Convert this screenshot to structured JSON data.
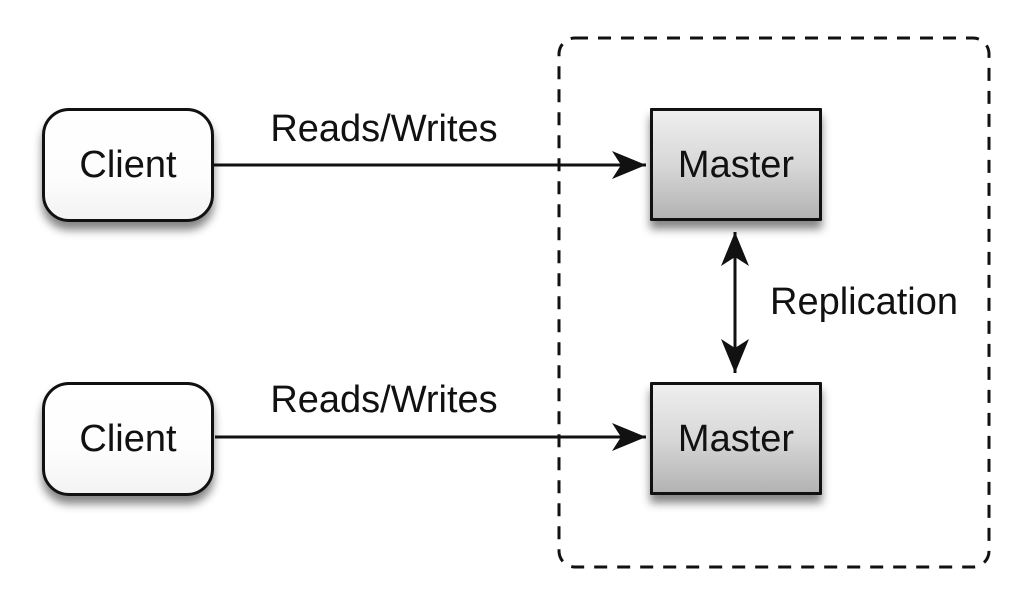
{
  "diagram": {
    "clients": [
      {
        "label": "Client"
      },
      {
        "label": "Client"
      }
    ],
    "masters": [
      {
        "label": "Master"
      },
      {
        "label": "Master"
      }
    ],
    "edges": [
      {
        "from": "client-1",
        "to": "master-1",
        "type": "arrow",
        "label": "Reads/Writes"
      },
      {
        "from": "client-2",
        "to": "master-2",
        "type": "arrow",
        "label": "Reads/Writes"
      },
      {
        "from": "master-1",
        "to": "master-2",
        "type": "double-arrow",
        "label": "Replication"
      }
    ],
    "boundary": {
      "style": "dashed",
      "encloses": [
        "master-1",
        "master-2"
      ]
    },
    "colors": {
      "background": "#ffffff",
      "stroke": "#111111",
      "client_fill": "#ffffff",
      "master_fill_top": "#eeeeee",
      "master_fill_bottom": "#b3b3b3"
    }
  }
}
